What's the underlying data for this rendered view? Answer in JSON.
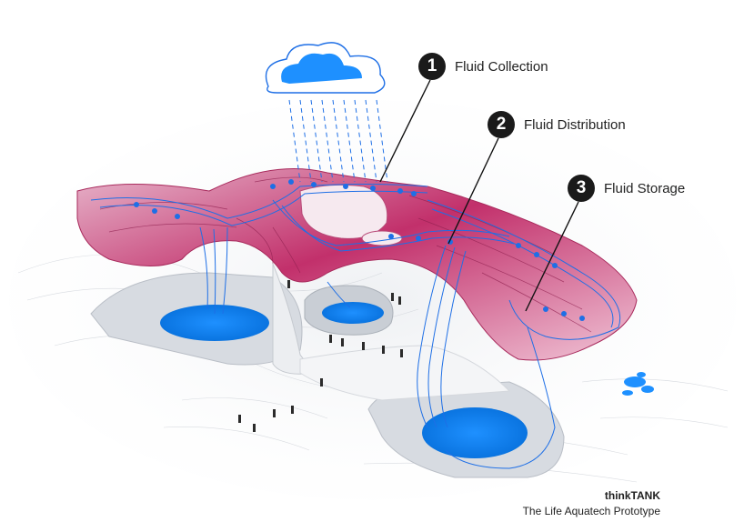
{
  "callouts": [
    {
      "number": "1",
      "label": "Fluid Collection"
    },
    {
      "number": "2",
      "label": "Fluid Distribution"
    },
    {
      "number": "3",
      "label": "Fluid Storage"
    }
  ],
  "credit": {
    "brand": "thinkTANK",
    "subtitle": "The Life Aquatech Prototype"
  },
  "colors": {
    "water": "#1e90ff",
    "structure": "#c2306b",
    "ground": "#d9dde3",
    "badge": "#1a1a1a"
  }
}
